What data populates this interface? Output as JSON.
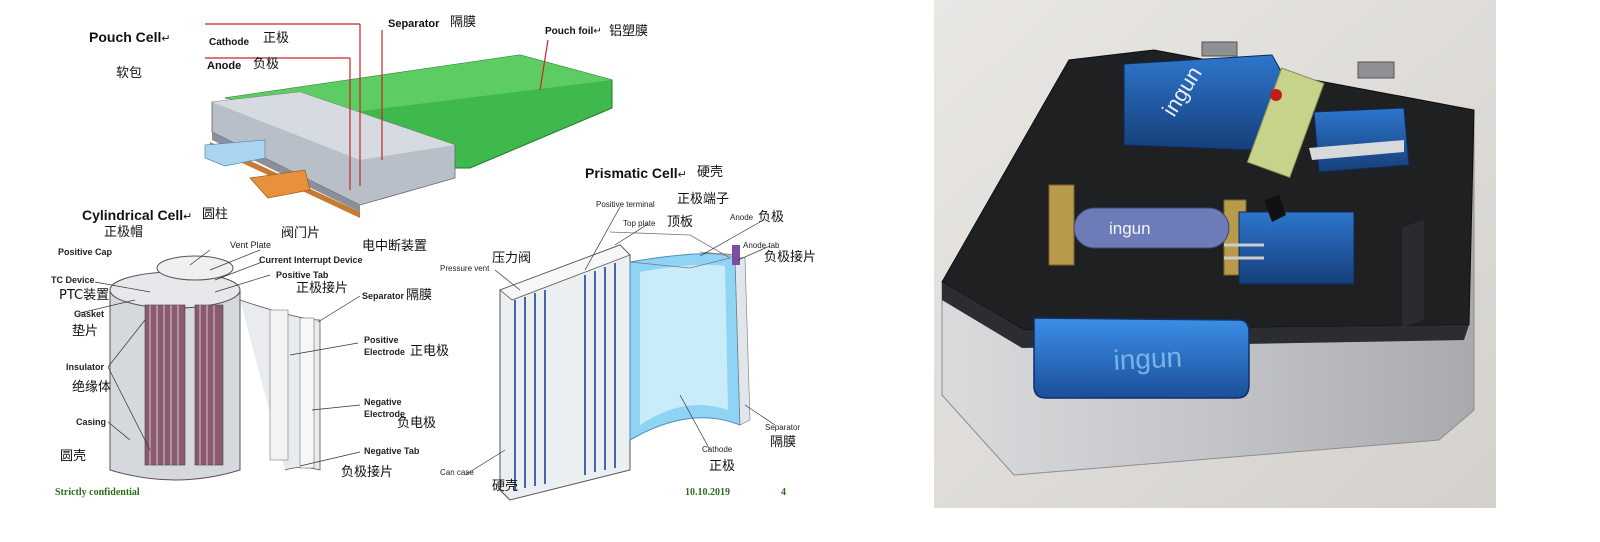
{
  "pouch": {
    "title": "Pouch Cell",
    "title_mark": "↵",
    "title_cn": "软包",
    "cathode": "Cathode",
    "cathode_cn": "正极",
    "anode": "Anode",
    "anode_cn": "负极",
    "separator": "Separator",
    "separator_cn": "隔膜",
    "foil": "Pouch foil",
    "foil_mark": "↵",
    "foil_cn": "铝塑膜"
  },
  "cylindrical": {
    "title": "Cylindrical Cell",
    "title_mark": "↵",
    "title_cn": "圆柱",
    "positive_cap": "Positive Cap",
    "positive_cap_cn": "正极帽",
    "vent_plate": "Vent Plate",
    "vent_plate_cn": "阀门片",
    "cid": "Current Interrupt Device",
    "cid_cn": "电中断装置",
    "ptc": "TC Device",
    "ptc_cn": "PTC装置",
    "positive_tab": "Positive Tab",
    "positive_tab_cn": "正极接片",
    "gasket": "Gasket",
    "gasket_cn": "垫片",
    "separator": "Separator",
    "separator_cn": "隔膜",
    "insulator": "Insulator",
    "insulator_cn": "绝缘体",
    "pos_electrode_1": "Positive",
    "pos_electrode_2": "Electrode",
    "pos_electrode_cn": "正电极",
    "casing": "Casing",
    "casing_cn": "圆壳",
    "neg_electrode_1": "Negative",
    "neg_electrode_2": "Electrode",
    "neg_electrode_cn": "负电极",
    "neg_tab": "Negative Tab",
    "neg_tab_cn": "负极接片"
  },
  "prismatic": {
    "title": "Prismatic Cell",
    "title_mark": "↵",
    "title_cn": "硬壳",
    "pos_terminal": "Positive terminal",
    "pos_terminal_cn": "正极端子",
    "top_plate": "Top plate",
    "top_plate_cn": "顶板",
    "anode": "Anode",
    "anode_cn": "负极",
    "anode_tab": "Anode tab",
    "anode_tab_cn": "负极接片",
    "pressure_vent": "Pressure vent",
    "pressure_vent_cn": "压力阀",
    "separator": "Separator",
    "separator_cn": "隔膜",
    "cathode": "Cathode",
    "cathode_cn": "正极",
    "can_case": "Can case",
    "can_case_cn": "硬壳"
  },
  "footer": {
    "confidential": "Strictly confidential",
    "date": "10.10.2019",
    "page": "4"
  },
  "photo": {
    "brand": "ingun",
    "colors": {
      "blue": "#1f5fb0",
      "panel": "#1c1c1e",
      "silver": "#c9cacc",
      "brass": "#b8963a"
    }
  }
}
